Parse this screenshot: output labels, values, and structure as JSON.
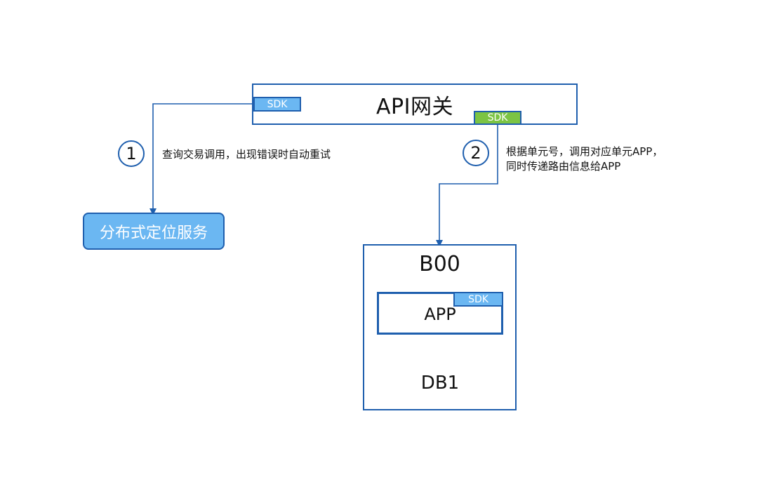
{
  "gateway": {
    "title": "API网关",
    "sdk_left": "SDK",
    "sdk_right": "SDK"
  },
  "service": {
    "label": "分布式定位服务"
  },
  "steps": [
    {
      "number": "1",
      "lines": [
        "查询交易调用，出现错误时自动重试"
      ]
    },
    {
      "number": "2",
      "lines": [
        "根据单元号，调用对应单元APP，",
        "同时传递路由信息给APP"
      ]
    }
  ],
  "unit": {
    "title": "B00",
    "app": {
      "title": "APP",
      "sdk": "SDK"
    },
    "db": {
      "label": "DB1"
    }
  },
  "colors": {
    "border_blue": "#1f5fae",
    "light_blue": "#6bb7f2",
    "green": "#7cc443"
  }
}
